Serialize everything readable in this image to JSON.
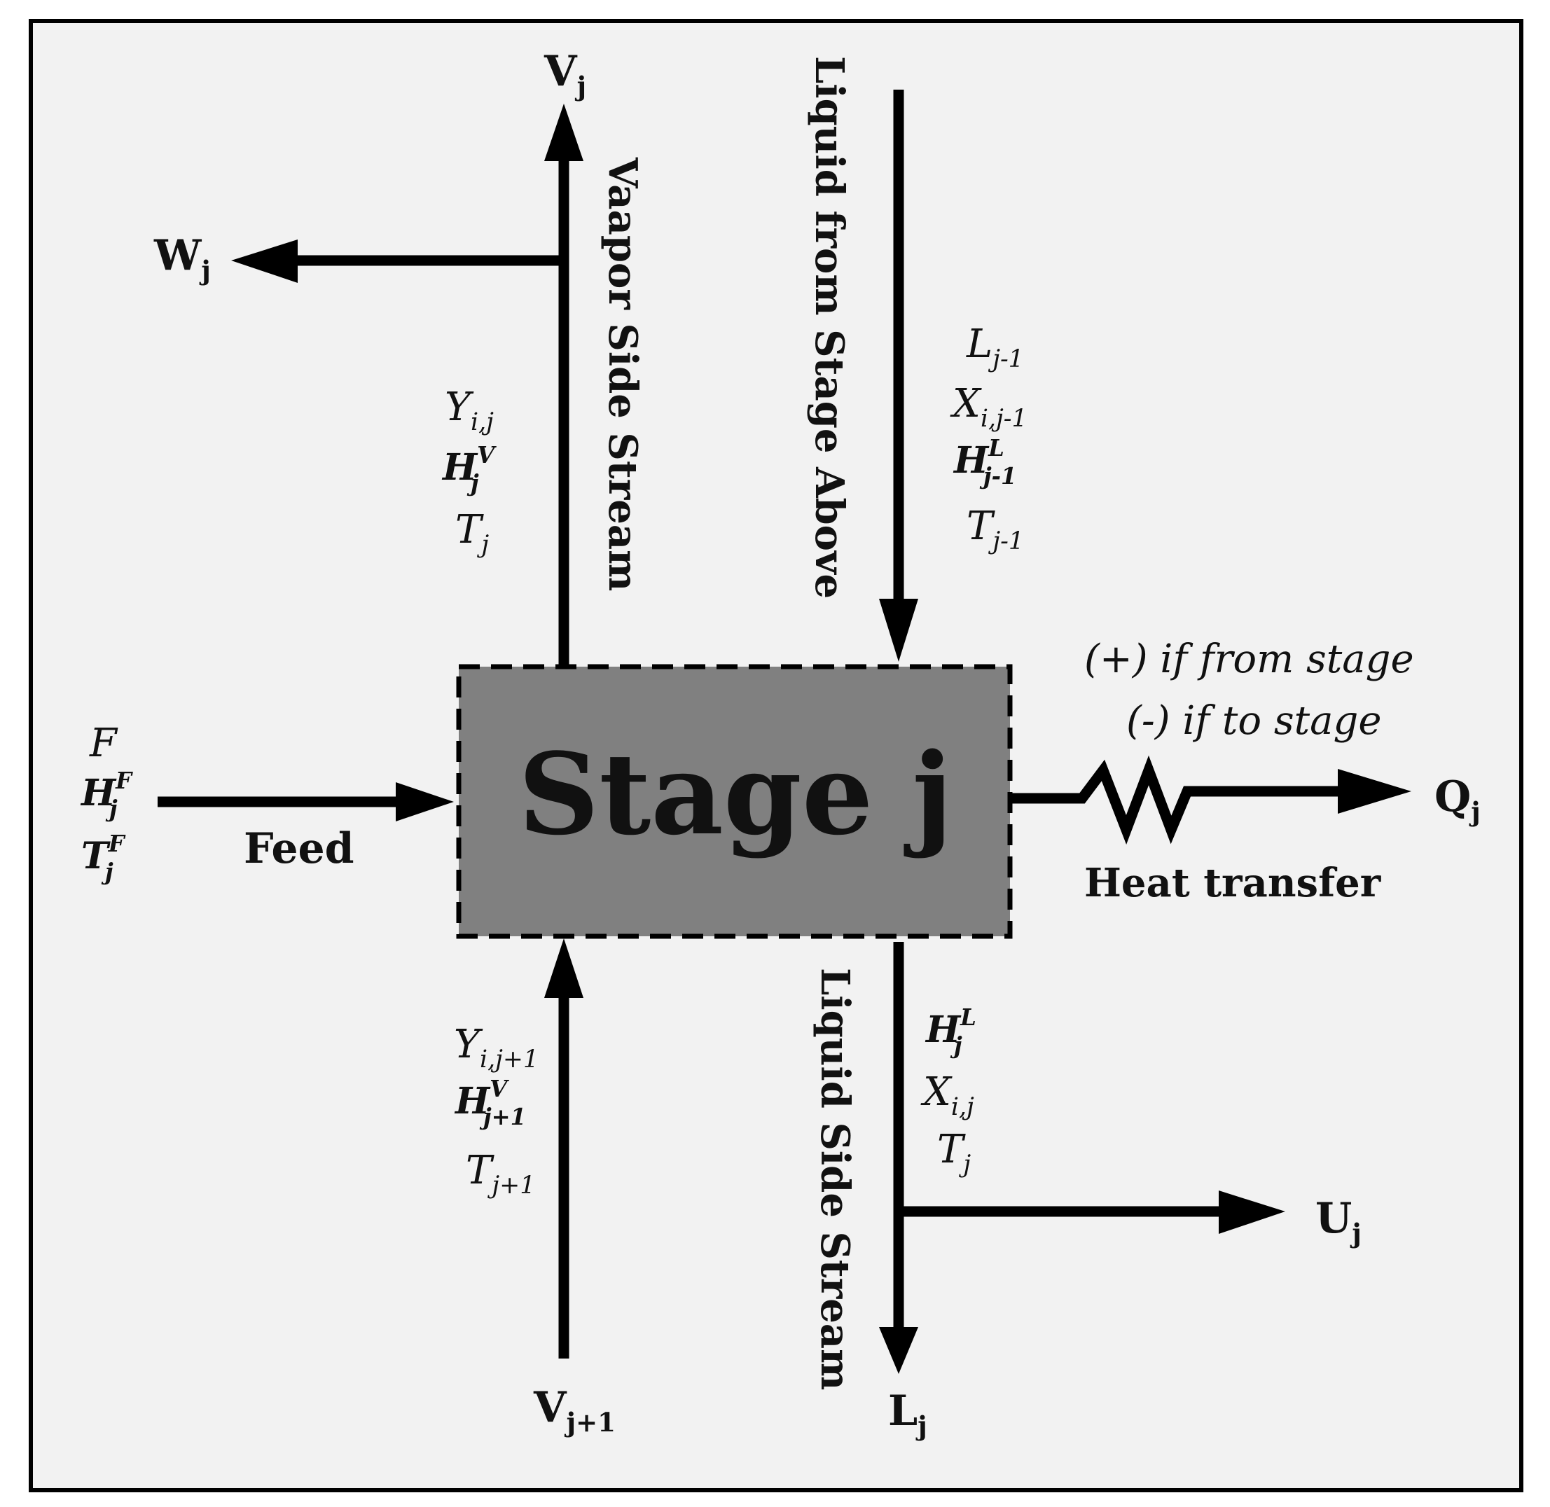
{
  "stage": {
    "label": "Stage j"
  },
  "streams": {
    "vapor_out": {
      "main": "V",
      "sub": "j"
    },
    "vapor_side": {
      "main": "W",
      "sub": "j"
    },
    "vapor_in": {
      "main": "V",
      "sub": "j+1"
    },
    "liquid_out": {
      "main": "L",
      "sub": "j"
    },
    "liquid_side": {
      "main": "U",
      "sub": "j"
    },
    "heat": {
      "main": "Q",
      "sub": "j"
    }
  },
  "labels": {
    "vapor_side_stream": "Vaapor Side Stream",
    "liquid_from_above": "Liquid from Stage Above",
    "liquid_side_stream": "Liquid Side Stream",
    "feed": "Feed",
    "heat_transfer": "Heat transfer",
    "heat_sign_from": "(+) if from stage",
    "heat_sign_to": "(-) if to stage"
  },
  "props": {
    "vapor_out": {
      "y": {
        "main": "Y",
        "sub": "i,j"
      },
      "h": {
        "main": "H",
        "sup": "V",
        "sub": "j"
      },
      "t": {
        "main": "T",
        "sub": "j"
      }
    },
    "liquid_in": {
      "l": {
        "main": "L",
        "sub": "j-1"
      },
      "x": {
        "main": "X",
        "sub": "i,j-1"
      },
      "h": {
        "main": "H",
        "sup": "L",
        "sub": "j-1"
      },
      "t": {
        "main": "T",
        "sub": "j-1"
      }
    },
    "feed": {
      "f": {
        "main": "F"
      },
      "h": {
        "main": "H",
        "sup": "F",
        "sub": "j"
      },
      "t": {
        "main": "T",
        "sup": "F",
        "sub": "j"
      }
    },
    "vapor_in": {
      "y": {
        "main": "Y",
        "sub": "i,j+1"
      },
      "h": {
        "main": "H",
        "sup": "V",
        "sub": "j+1"
      },
      "t": {
        "main": "T",
        "sub": "j+1"
      }
    },
    "liquid_out": {
      "h": {
        "main": "H",
        "sup": "L",
        "sub": "j"
      },
      "x": {
        "main": "X",
        "sub": "i,j"
      },
      "t": {
        "main": "T",
        "sub": "j"
      }
    }
  }
}
